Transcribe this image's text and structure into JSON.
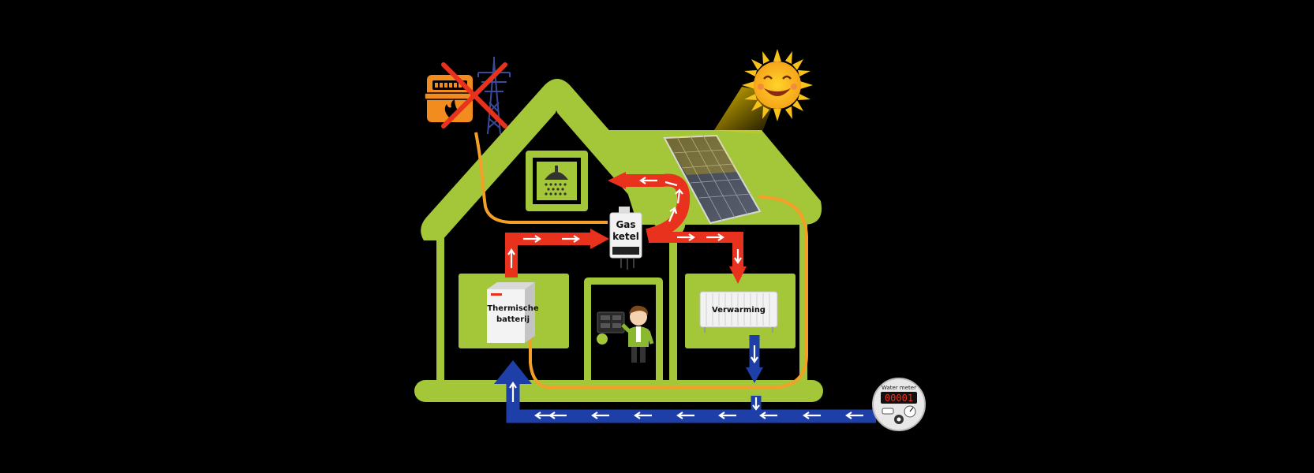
{
  "labels": {
    "gas_boiler_line1": "Gas",
    "gas_boiler_line2": "ketel",
    "thermal_battery_line1": "Thermische",
    "thermal_battery_line2": "batterij",
    "heating": "Verwarming",
    "water_meter_title": "Water meter",
    "water_meter_reading": "00001"
  },
  "colors": {
    "house_green": "#a4c639",
    "hot_water_red": "#e8321e",
    "cold_water_blue": "#1e3fa8",
    "electric_orange": "#f4a028",
    "gas_meter_orange": "#f28c1e",
    "sun_yellow": "#f8c21a",
    "background": "#000000"
  },
  "icons": {
    "gas_meter": "gas-meter-icon",
    "crossed_out": "red-x-icon",
    "pylon": "power-pylon-icon",
    "sun": "smiling-sun-icon",
    "solar_panel": "solar-panel-icon",
    "shower": "shower-icon",
    "boiler": "gas-boiler-icon",
    "battery": "thermal-battery-icon",
    "radiator": "radiator-icon",
    "person": "person-icon",
    "control_panel": "control-panel-icon",
    "water_meter": "water-meter-icon"
  }
}
